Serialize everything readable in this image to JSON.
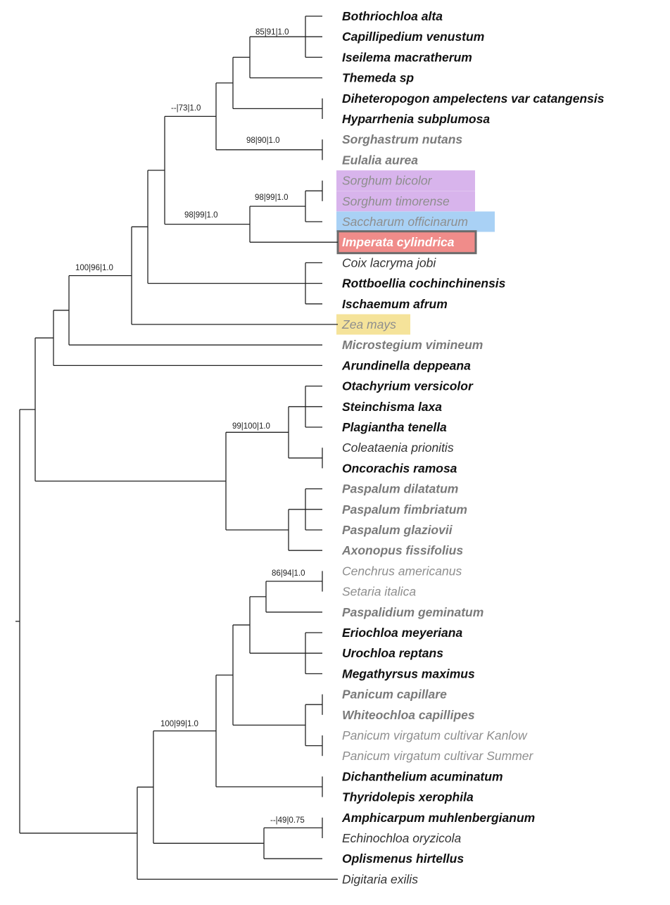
{
  "colors": {
    "bold_black": "#111111",
    "plain_black": "#333333",
    "bold_gray": "#7a7a7a",
    "plain_gray": "#8e8e8e",
    "highlight_purple": "#d8b4ec",
    "highlight_blue": "#a9d1f5",
    "highlight_red": "#f08c8a",
    "highlight_yellow": "#f5e39a",
    "highlight_red_border": "#6b6b6b"
  },
  "taxa": [
    {
      "label": "Bothriochloa alta",
      "style": "bold-black"
    },
    {
      "label": "Capillipedium venustum",
      "style": "bold-black"
    },
    {
      "label": "Iseilema macratherum",
      "style": "bold-black"
    },
    {
      "label": "Themeda sp",
      "style": "bold-black"
    },
    {
      "label": "Diheteropogon ampelectens var catangensis",
      "style": "bold-black"
    },
    {
      "label": "Hyparrhenia subplumosa",
      "style": "bold-black"
    },
    {
      "label": "Sorghastrum nutans",
      "style": "bold-gray"
    },
    {
      "label": "Eulalia aurea",
      "style": "bold-gray"
    },
    {
      "label": "Sorghum bicolor",
      "style": "plain-gray",
      "highlight": "purple"
    },
    {
      "label": "Sorghum timorense",
      "style": "plain-gray",
      "highlight": "purple"
    },
    {
      "label": "Saccharum officinarum",
      "style": "plain-gray",
      "highlight": "blue"
    },
    {
      "label": "Imperata cylindrica",
      "style": "bold-gray",
      "highlight": "red"
    },
    {
      "label": "Coix lacryma jobi",
      "style": "plain-black"
    },
    {
      "label": "Rottboellia cochinchinensis",
      "style": "bold-black"
    },
    {
      "label": "Ischaemum afrum",
      "style": "bold-black"
    },
    {
      "label": "Zea mays",
      "style": "plain-gray",
      "highlight": "yellow"
    },
    {
      "label": "Microstegium vimineum",
      "style": "bold-gray"
    },
    {
      "label": "Arundinella deppeana",
      "style": "bold-black"
    },
    {
      "label": "Otachyrium versicolor",
      "style": "bold-black"
    },
    {
      "label": "Steinchisma laxa",
      "style": "bold-black"
    },
    {
      "label": "Plagiantha tenella",
      "style": "bold-black"
    },
    {
      "label": "Coleataenia prionitis",
      "style": "plain-black"
    },
    {
      "label": "Oncorachis ramosa",
      "style": "bold-black"
    },
    {
      "label": "Paspalum dilatatum",
      "style": "bold-gray"
    },
    {
      "label": "Paspalum fimbriatum",
      "style": "bold-gray"
    },
    {
      "label": "Paspalum glaziovii",
      "style": "bold-gray"
    },
    {
      "label": "Axonopus fissifolius",
      "style": "bold-gray"
    },
    {
      "label": "Cenchrus americanus",
      "style": "plain-gray"
    },
    {
      "label": "Setaria italica",
      "style": "plain-gray"
    },
    {
      "label": "Paspalidium geminatum",
      "style": "bold-gray"
    },
    {
      "label": "Eriochloa meyeriana",
      "style": "bold-black"
    },
    {
      "label": "Urochloa reptans",
      "style": "bold-black"
    },
    {
      "label": "Megathyrsus maximus",
      "style": "bold-black"
    },
    {
      "label": "Panicum capillare",
      "style": "bold-gray"
    },
    {
      "label": "Whiteochloa capillipes",
      "style": "bold-gray"
    },
    {
      "label": "Panicum virgatum cultivar Kanlow",
      "style": "plain-gray"
    },
    {
      "label": "Panicum virgatum cultivar Summer",
      "style": "plain-gray"
    },
    {
      "label": "Dichanthelium acuminatum",
      "style": "bold-black"
    },
    {
      "label": "Thyridolepis xerophila",
      "style": "bold-black"
    },
    {
      "label": "Amphicarpum muhlenbergianum",
      "style": "bold-black"
    },
    {
      "label": "Echinochloa oryzicola",
      "style": "plain-black"
    },
    {
      "label": "Oplismenus hirtellus",
      "style": "bold-black"
    },
    {
      "label": "Digitaria exilis",
      "style": "plain-black"
    }
  ],
  "support_values": [
    {
      "text": "85|91|1.0"
    },
    {
      "text": "--|73|1.0"
    },
    {
      "text": "98|90|1.0"
    },
    {
      "text": "98|99|1.0"
    },
    {
      "text": "98|99|1.0"
    },
    {
      "text": "100|96|1.0"
    },
    {
      "text": "99|100|1.0"
    },
    {
      "text": "86|94|1.0"
    },
    {
      "text": "100|99|1.0"
    },
    {
      "text": "--|49|0.75"
    }
  ]
}
